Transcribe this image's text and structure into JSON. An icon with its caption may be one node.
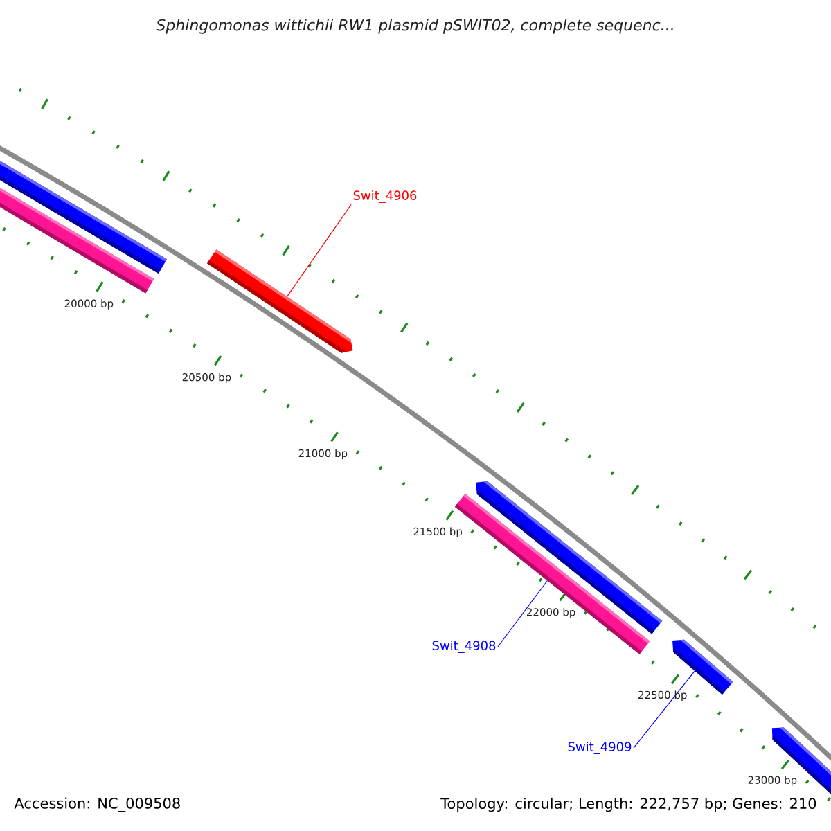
{
  "diagram": {
    "title": "Sphingomonas wittichii RW1 plasmid pSWIT02, complete sequenc...",
    "nodes": [
      {
        "text": [
          "Swit_4906"
        ]
      },
      {
        "text": [],
        "shape": "arrow"
      },
      {
        "text": [],
        "shape": "bar"
      },
      {
        "text": [],
        "shape": "arrow"
      },
      {
        "text": [],
        "shape": "arrow"
      },
      {
        "text": [],
        "shape": "bar"
      },
      {
        "text": [
          "Swit_4908"
        ]
      },
      {
        "text": [],
        "shape": "arrow"
      },
      {
        "text": [
          "Swit_4909"
        ]
      },
      {
        "text": [],
        "shape": "arrow"
      }
    ],
    "edges": [
      {
        "from": 0,
        "to": 3,
        "arrow": "none",
        "color": "#ff0000"
      },
      {
        "from": 6,
        "to": 5,
        "arrow": "none"
      },
      {
        "from": 8,
        "to": 7,
        "arrow": "none"
      }
    ],
    "labels": [
      "20000 bp",
      "20500 bp",
      "21000 bp",
      "21500 bp",
      "22000 bp",
      "22500 bp",
      "23000 bp",
      "Accession: NC_009508",
      "Topology: circular; Length: 222,757 bp; Genes: 210"
    ]
  }
}
